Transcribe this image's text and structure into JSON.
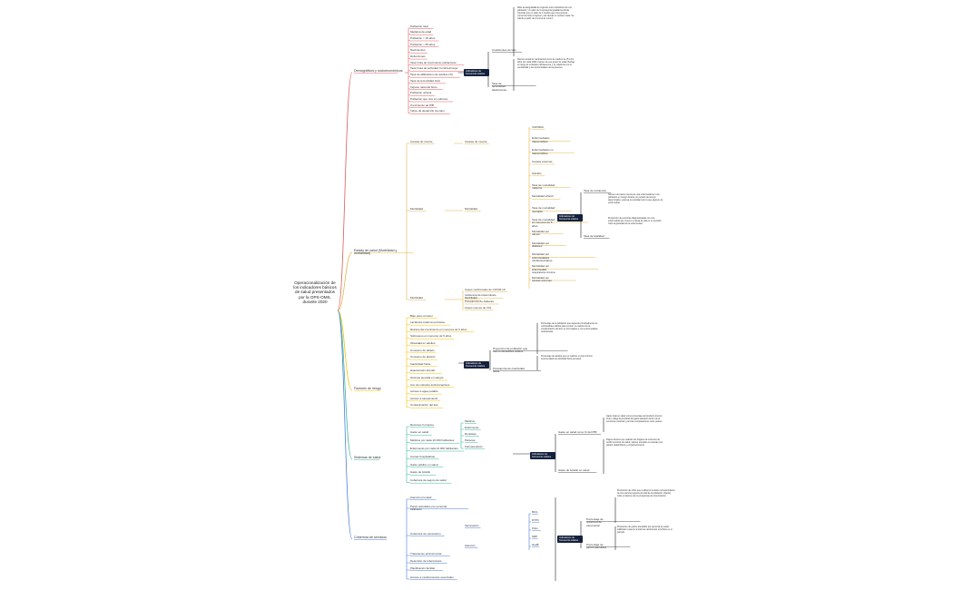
{
  "root": {
    "title": "Operacionalización de los indicadores básicos de salud presentados por la OPS-OMS, durante 2020"
  },
  "branches": {
    "demographic": {
      "label": "Demográficos y socioeconómicos",
      "items": [
        "Población total",
        "Mediana de edad",
        "Población < 15 años",
        "Población > 65 años",
        "Nacimientos",
        "Defunciones",
        "Tasa bruta de crecimiento poblacional",
        "Tasa bruta de actividad: hombres/mujer",
        "Tasa de alfabetismo de adultos (%)",
        "Tasa de fecundidad total",
        "Ingreso nacional bruto",
        "Población urbana",
        "Población que vive en pobreza",
        "Crecimiento de PIB",
        "Índice de desarrollo humano"
      ],
      "indicator": "Indicadores de frecuencia relativa",
      "subs": [
        "Coeficientes de Gini",
        "Tasa de fecundidad adolescente"
      ],
      "notes": [
        "Mide la desigualdad de ingresos entre individuos de una población. Un valor de 0 representa igualdad perfecta mientras que un valor de 1 implica que una persona concentra todo el ingreso y las demás no reciben nada. Se calcula a partir de la curva de Lorenz.",
        "Número anual de nacimientos vivos de madres de 15 a 19 años por cada 1000 mujeres de ese grupo de edad. Refleja el riesgo de embarazo adolescente y se relaciona con la escolaridad y las oportunidades de las jóvenes."
      ]
    },
    "health": {
      "label": "Estado de salud (Morbilidad y mortalidad)",
      "subs": [
        "Causas de muerte",
        "Mortalidad",
        "Morbilidad"
      ],
      "deathCauses": [
        "VIH/SIDA",
        "Enfermedades transmisibles",
        "Enfermedades no transmisibles",
        "Causas externas",
        "Suicidio",
        "Tasa de mortalidad materna",
        "Mortalidad infantil",
        "Tasa de mortalidad neonatal",
        "Tasa de mortalidad en menores de 5 años",
        "Mortalidad por cáncer",
        "Mortalidad por diabetes",
        "Mortalidad por enfermedades cardiovasculares",
        "Mortalidad por enfermedad respiratoria crónica",
        "Mortalidad por causas externas"
      ],
      "morbidity": [
        "Casos confirmados de COVID-19",
        "Incidencia de tuberculosis",
        "Prevalencia de diabetes",
        "Casos nuevos de VIH"
      ],
      "indicator": "Indicadores de frecuencia relativa",
      "rates": [
        "Tasa de incidencia",
        "Tasa de letalidad"
      ],
      "notes": [
        "Número de casos nuevos de una enfermedad en una población en riesgo durante un periodo de tiempo determinado; expresa la velocidad con la que aparece la enfermedad.",
        "Proporción de personas diagnosticadas con una enfermedad que mueren a causa de ella en un periodo; mide la gravedad de la enfermedad."
      ]
    },
    "risk": {
      "label": "Factores de riesgo",
      "items": [
        "Bajo peso al nacer",
        "Lactancia materna exclusiva",
        "Retraso del crecimiento en menores de 5 años",
        "Sobrepeso en menores de 5 años",
        "Obesidad en adultos",
        "Consumo de tabaco",
        "Consumo de alcohol",
        "Inactividad física",
        "Hipertensión arterial",
        "Glucosa elevada en sangre",
        "Uso de métodos anticonceptivos",
        "Acceso a agua potable",
        "Acceso a saneamiento",
        "Contaminación del aire"
      ],
      "indicator": "Indicadores de frecuencia relativa",
      "subs": [
        "Proporción de población que usa combustibles sólidos",
        "Prevalencia de inactividad física"
      ],
      "notes": [
        "Porcentaje de la población que depende principalmente de combustibles sólidos para cocinar; se asocia con la contaminación del aire en los hogares y con enfermedades respiratorias.",
        "Porcentaje de adultos que no realizan el nivel mínimo recomendado de actividad física semanal."
      ]
    },
    "systems": {
      "label": "Sistemas de salud",
      "items": [
        "Recursos humanos",
        "Gasto en salud",
        "Médicos por cada 10 000 habitantes",
        "Enfermeras por cada 10 000 habitantes",
        "Camas hospitalarias",
        "Gasto público en salud",
        "Gasto de bolsillo",
        "Cobertura de seguro de salud"
      ],
      "staff": [
        "Médicos",
        "Enfermeras",
        "Dentistas",
        "Parteras",
        "Farmacéuticos"
      ],
      "indicator": "Indicadores de frecuencia relativa",
      "subs": [
        "Gasto en salud como % del PIB",
        "Gasto de bolsillo en salud"
      ],
      "notes": [
        "Gasto total en salud como porcentaje del producto interno bruto; refleja la prioridad del gasto sanitario dentro de la economía nacional y permite comparaciones entre países.",
        "Pagos directos que realizan los hogares al momento de recibir servicios de salud; valores elevados se asocian con gastos catastróficos y empobrecimiento."
      ]
    },
    "coverage": {
      "label": "Cobertura de servicios",
      "items": [
        "Atención prenatal",
        "Partos atendidos por personal calificado",
        "Cobertura de vacunación",
        "Tratamiento antirretroviral",
        "Detección de tuberculosis",
        "Planificación familiar",
        "Acceso a medicamentos esenciales"
      ],
      "vaccines": [
        "BCG",
        "DTP3",
        "Polio",
        "SRP",
        "HepB"
      ],
      "groups": [
        "Vacunación",
        "Atención"
      ],
      "indicator": "Indicadores de frecuencia relativa",
      "subs": [
        "Porcentaje de cobertura de vacunación",
        "Porcentaje de partos atendidos"
      ],
      "notes": [
        "Proporción de niños que recibieron la dosis correspondiente de una vacuna respecto al total de la población objetivo; mide el alcance de los programas de inmunización.",
        "Proporción de partos atendidos por personal de salud calificado respecto al total de nacimientos ocurridos en el periodo."
      ]
    }
  },
  "colors": {
    "demographic": "#e05a5a",
    "health": "#e3b44a",
    "risk": "#f2c200",
    "systems": "#3ab5a0",
    "coverage": "#4a7fd6",
    "dark": "#14213d"
  }
}
